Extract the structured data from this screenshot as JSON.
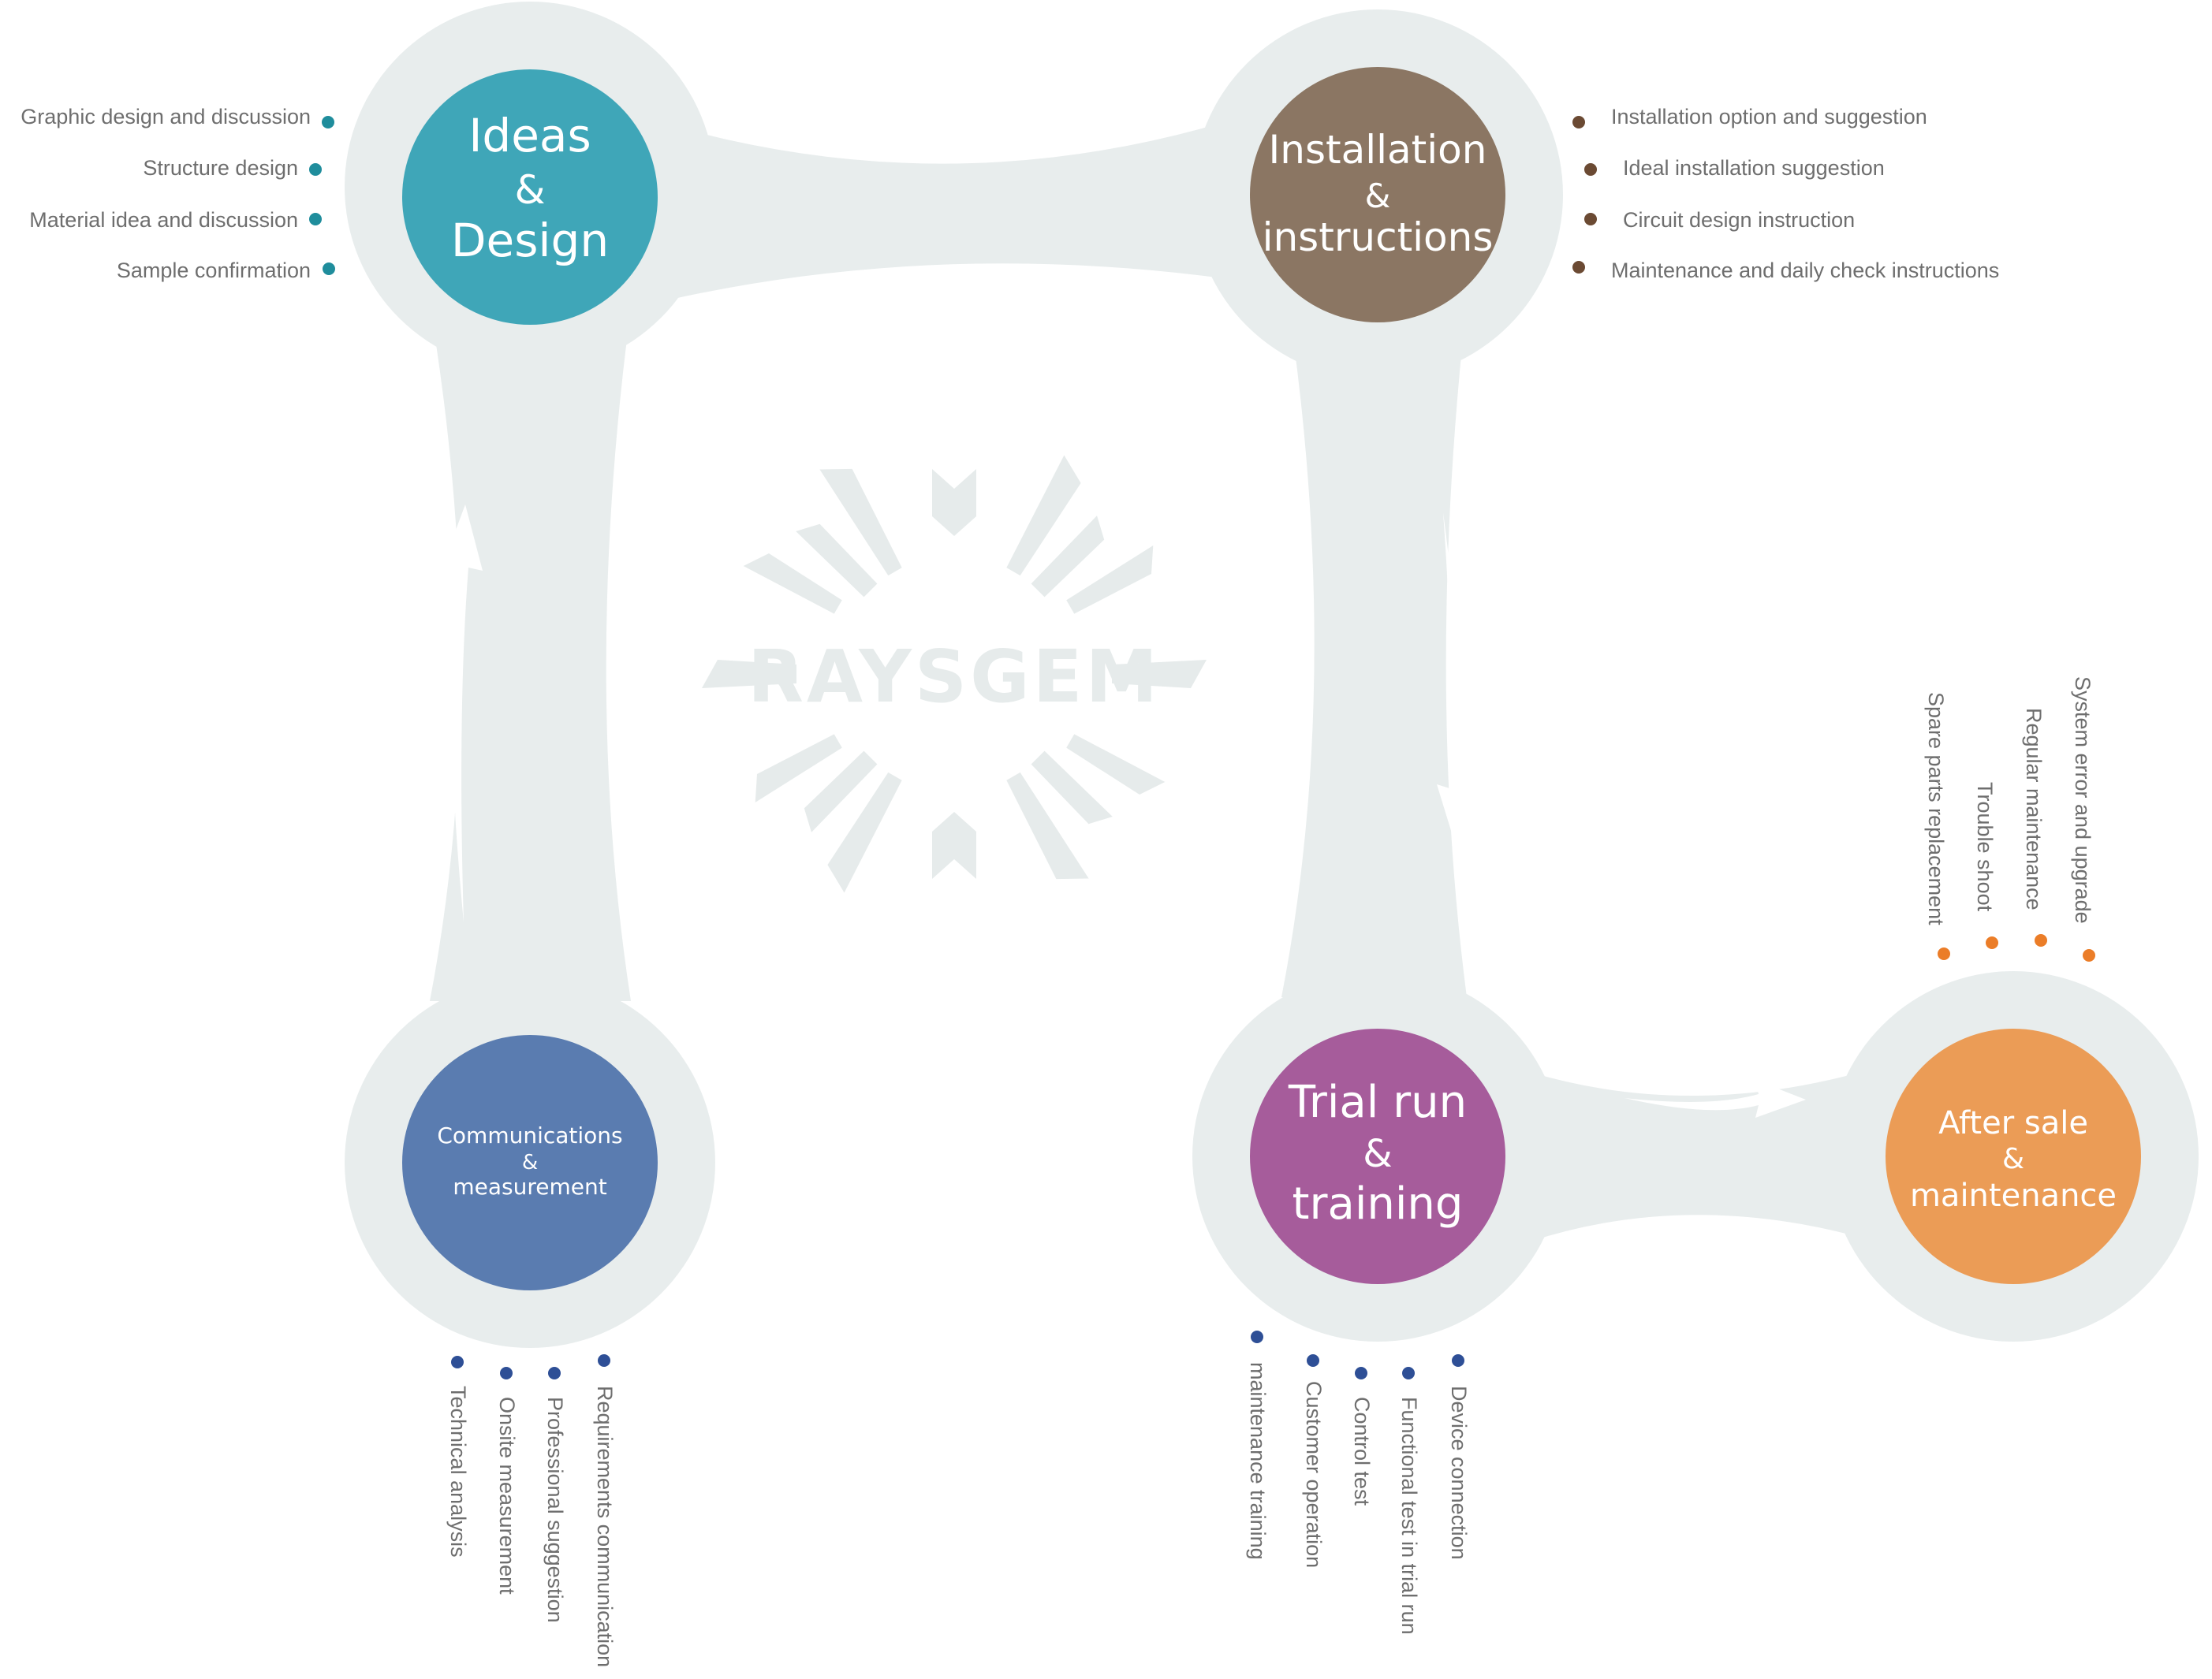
{
  "colors": {
    "track": "#e8eded",
    "ideas": "#3fa6b8",
    "installation": "#8b7663",
    "communications": "#5a7cb0",
    "trial": "#a65c9b",
    "aftersale": "#eb9c56",
    "dot_ideas": "#1f8d9c",
    "dot_installation": "#6b4a33",
    "dot_communications": "#2e4f96",
    "dot_trial": "#2e4f96",
    "dot_aftersale": "#eb7d28"
  },
  "logo": {
    "text": "RAYSGEM"
  },
  "stages": {
    "ideas": {
      "line1": "Ideas",
      "line2": "&",
      "line3": "Design"
    },
    "installation": {
      "line1": "Installation",
      "line2": "&",
      "line3": "instructions"
    },
    "communications": {
      "line1": "Communications",
      "line2": "&",
      "line3": "measurement"
    },
    "trial": {
      "line1": "Trial run",
      "line2": "&",
      "line3": "training"
    },
    "aftersale": {
      "line1": "After sale",
      "line2": "&",
      "line3": "maintenance"
    }
  },
  "lists": {
    "ideas": [
      "Graphic design and discussion",
      "Structure design",
      "Material idea and discussion",
      "Sample confirmation"
    ],
    "installation": [
      "Installation option and suggestion",
      "Ideal installation suggestion",
      "Circuit design instruction",
      "Maintenance and daily check instructions"
    ],
    "communications": [
      "Technical analysis",
      "Onsite measurement",
      "Professional suggestion",
      "Requirements communication"
    ],
    "trial": [
      "maintenance training",
      "Customer operation",
      "Control test",
      "Functional test in trial run",
      "Device connection"
    ],
    "aftersale": [
      "Spare parts replacement",
      "Trouble shoot",
      "Regular maintenance",
      "System error and upgrade"
    ]
  }
}
